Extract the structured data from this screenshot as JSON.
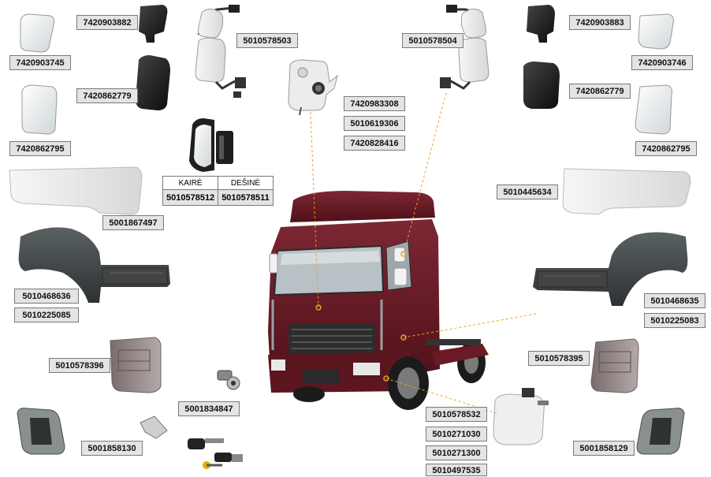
{
  "colors": {
    "label_bg": "#e4e4e4",
    "label_border": "#7a7a7a",
    "truck_body": "#6e1f2a",
    "callout_line": "#f0a020",
    "mirror_black": "#1f1f1f",
    "plastic_white": "#eeeeee",
    "fender_dark": "#3b4142"
  },
  "labels": {
    "mirror_tl": "7420903882",
    "glass_tl": "7420903745",
    "mirror2_tl": "7420862779",
    "glass2_tl": "7420862795",
    "arm_left": "5010578503",
    "arm_right": "5010578504",
    "mirror_tr": "7420903883",
    "glass_tr": "7420903746",
    "mirror2_tr": "7420862779",
    "glass2_tr": "7420862795",
    "tank_1": "7420983308",
    "tank_2": "5010619306",
    "tank_3": "7420828416",
    "visor_left": "5001867497",
    "visor_right": "5010445634",
    "step_left_1": "5010468636",
    "step_left_2": "5010225085",
    "step_right_1": "5010468635",
    "step_right_2": "5010225083",
    "mudguard_left": "5010578396",
    "mudguard_right": "5010578395",
    "lock_cyl": "5001834847",
    "handle_left": "5001858130",
    "handle_right": "5001858129",
    "bottle_1": "5010578532",
    "bottle_2": "5010271030",
    "bottle_3": "5010271300",
    "bottle_4": "5010497535"
  },
  "side_table": {
    "left_header": "KAIRĖ",
    "right_header": "DEŠINĖ",
    "left_code": "5010578512",
    "right_code": "5010578511"
  },
  "icons": [
    "mirror-icon",
    "mirror-glass-icon",
    "mirror-arm-icon",
    "wide-angle-mirror-icon",
    "washer-tank-icon",
    "sun-visor-icon",
    "step-fender-icon",
    "mudguard-icon",
    "lock-cylinder-icon",
    "door-handle-icon",
    "hinge-bracket-icon",
    "key-lock-set-icon",
    "coolant-bottle-icon",
    "truck-icon"
  ]
}
